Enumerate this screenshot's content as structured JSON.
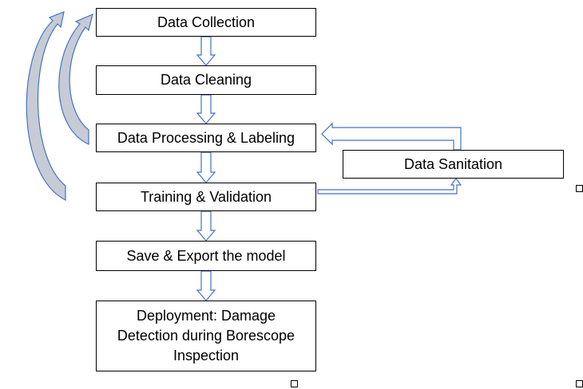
{
  "diagram": {
    "steps": [
      {
        "id": "collection",
        "label": "Data Collection"
      },
      {
        "id": "cleaning",
        "label": "Data Cleaning"
      },
      {
        "id": "processing",
        "label": "Data Processing & Labeling"
      },
      {
        "id": "training",
        "label": "Training & Validation"
      },
      {
        "id": "export",
        "label": "Save & Export the model"
      },
      {
        "id": "deployment",
        "label": "Deployment: Damage Detection during Borescope Inspection"
      }
    ],
    "side_step": {
      "id": "sanitation",
      "label": "Data Sanitation"
    },
    "colors": {
      "box_border": "#000000",
      "arrow_outline": "#4472c4",
      "loop_arrow_fill": "#c7cbd6",
      "text": "#000000"
    }
  }
}
